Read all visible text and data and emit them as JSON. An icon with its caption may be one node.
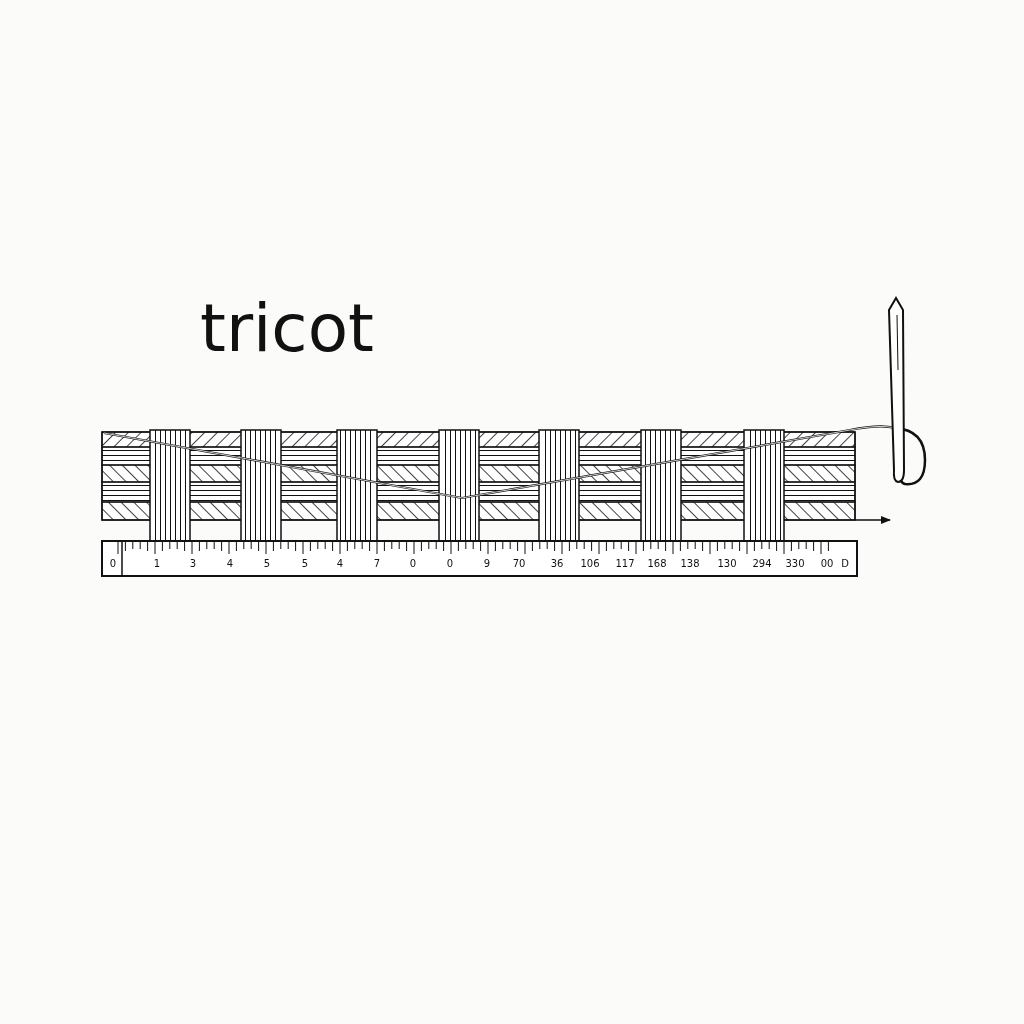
{
  "diagram": {
    "title": "tricot",
    "labels": [
      "0",
      "1",
      "3",
      "4",
      "5",
      "5",
      "4",
      "7",
      "0",
      "0",
      "9",
      "70",
      "36",
      "106",
      "117",
      "168",
      "138",
      "130",
      "294",
      "330",
      "00",
      "D"
    ]
  }
}
